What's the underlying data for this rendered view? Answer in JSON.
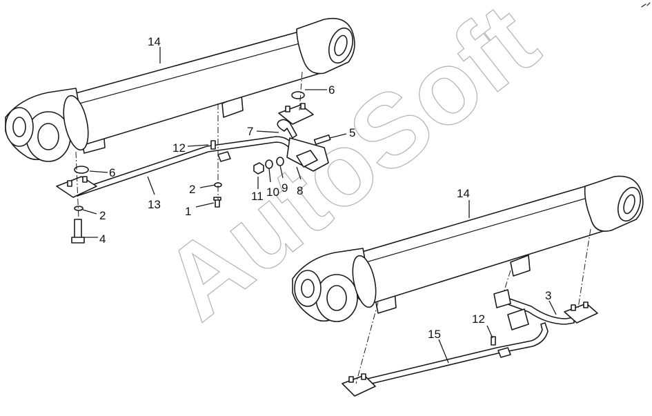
{
  "watermark": "AutoSoft",
  "callouts": {
    "c14_top": "14",
    "c6_top_right": "6",
    "c7": "7",
    "c5": "5",
    "c12_left": "12",
    "c6_left": "6",
    "c11": "11",
    "c10": "10",
    "c9": "9",
    "c8": "8",
    "c2_upper": "2",
    "c13": "13",
    "c1": "1",
    "c2_lower": "2",
    "c4": "4",
    "c14_bottom": "14",
    "c3": "3",
    "c12_right": "12",
    "c15": "15"
  }
}
